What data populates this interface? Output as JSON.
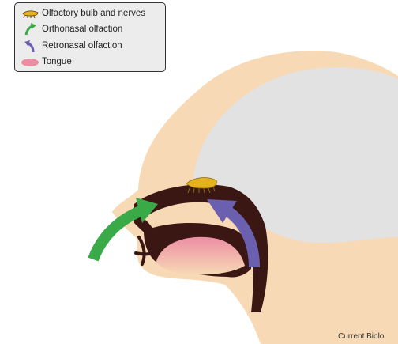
{
  "legend": {
    "items": [
      {
        "label": "Olfactory bulb and nerves",
        "icon": "olfactory-bulb-icon",
        "color": "#e3b21c"
      },
      {
        "label": "Orthonasal olfaction",
        "icon": "green-arrow-icon",
        "color": "#3aaa48"
      },
      {
        "label": "Retronasal olfaction",
        "icon": "purple-arrow-icon",
        "color": "#6b5fb0"
      },
      {
        "label": "Tongue",
        "icon": "tongue-icon",
        "color": "#ec8ea3"
      }
    ]
  },
  "credit": "Current Biolo",
  "colors": {
    "skin": "#f7d9b5",
    "brain": "#e2e2e2",
    "cavity": "#3b1714",
    "orthonasal": "#3aaa48",
    "retronasal": "#6b5fb0",
    "tongue": "#ec8ea3",
    "bulb": "#e3b21c"
  }
}
